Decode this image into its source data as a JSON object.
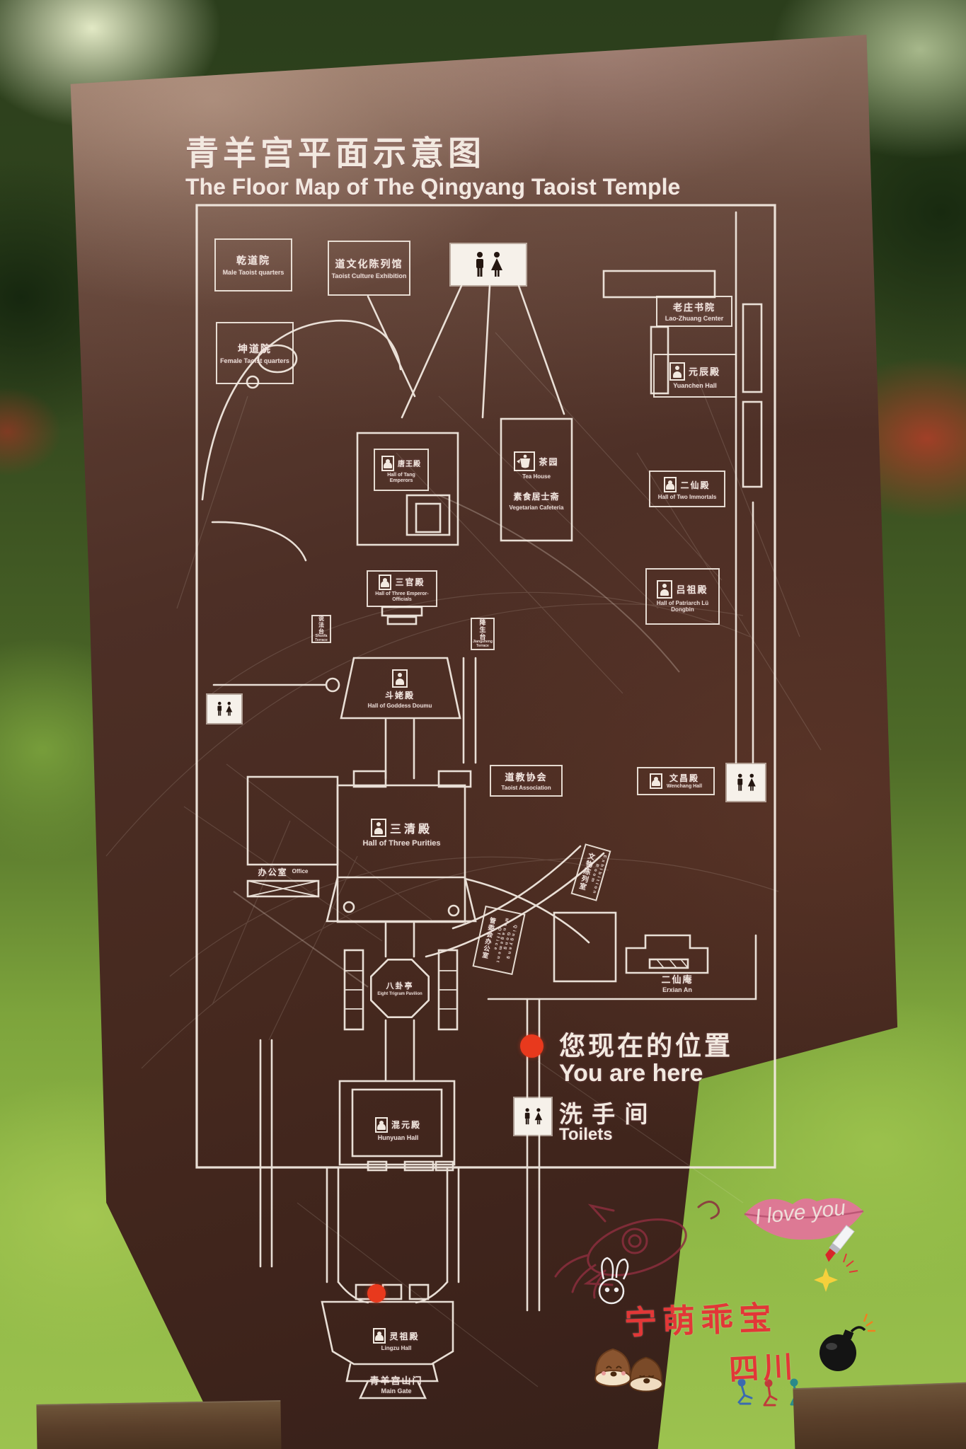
{
  "sign": {
    "title_zh": "青羊宫平面示意图",
    "title_en": "The Floor Map of The Qingyang Taoist Temple"
  },
  "buildings": {
    "male_quarters": {
      "zh": "乾道院",
      "en": "Male Taoist quarters"
    },
    "taoist_culture": {
      "zh": "道文化陈列馆",
      "en": "Taoist Culture Exhibition"
    },
    "female_quarters": {
      "zh": "坤道院",
      "en": "Female Taoist quarters"
    },
    "laozhuang_center": {
      "zh": "老庄书院",
      "en": "Lao-Zhuang Center"
    },
    "yuanchen_hall": {
      "zh": "元辰殿",
      "en": "Yuanchen Hall"
    },
    "tang_hall": {
      "zh": "唐王殿",
      "en": "Hall of Tang Emperors"
    },
    "tea_house": {
      "zh": "茶园",
      "en": "Tea House"
    },
    "vegetarian_cafeteria": {
      "zh": "素食居士斋",
      "en": "Vegetarian Cafeteria"
    },
    "two_immortals_hall": {
      "zh": "二仙殿",
      "en": "Hall of Two Immortals"
    },
    "three_officials_hall": {
      "zh": "三官殿",
      "en": "Hall of Three Emperor-Officials"
    },
    "shuofa_terrace": {
      "zh": "说法台",
      "en": "Shuofa Terrace"
    },
    "jiangsheng_terrace": {
      "zh": "降生台",
      "en": "Jiangsheng Terrace"
    },
    "luzu_hall": {
      "zh": "吕祖殿",
      "en": "Hall of Patriarch Lü Dongbin"
    },
    "doumu_hall": {
      "zh": "斗姥殿",
      "en": "Hall of Goddess Doumu"
    },
    "taoist_association": {
      "zh": "道教协会",
      "en": "Taoist Association"
    },
    "wenchang_hall": {
      "zh": "文昌殿",
      "en": "Wenchang Hall"
    },
    "sanqing_hall": {
      "zh": "三清殿",
      "en": "Hall of Three Purities"
    },
    "office": {
      "zh": "办公室",
      "en": "Office"
    },
    "exhibition_room": {
      "zh": "文物陈列室",
      "en": "Exhibition Room"
    },
    "management_office": {
      "zh": "管委会办公室",
      "en": "Qingyang Gong Management Office"
    },
    "bagua_pavilion": {
      "zh": "八卦亭",
      "en": "Eight Trigram Pavilion"
    },
    "erxian_an": {
      "zh": "二仙庵",
      "en": "Erxian An"
    },
    "hunyuan_hall": {
      "zh": "混元殿",
      "en": "Hunyuan Hall"
    },
    "lingzu_hall": {
      "zh": "灵祖殿",
      "en": "Lingzu Hall"
    },
    "main_gate": {
      "zh": "青羊宫山门",
      "en": "Main Gate"
    }
  },
  "legend": {
    "you_are_here_zh": "您现在的位置",
    "you_are_here_en": "You are here",
    "toilets_zh": "洗 手 间",
    "toilets_en": "Toilets"
  },
  "watermarks": {
    "lips_text": "I love you",
    "name_text": "宁萌乖宝",
    "region_text": "四川"
  },
  "colors": {
    "board_brown": "#4a2d23",
    "map_line": "#f2e9e0",
    "marker_red": "#e8391d",
    "watermark_red": "#e23737",
    "watermark_pink": "#e8709f",
    "grass_green": "#8fb846"
  }
}
